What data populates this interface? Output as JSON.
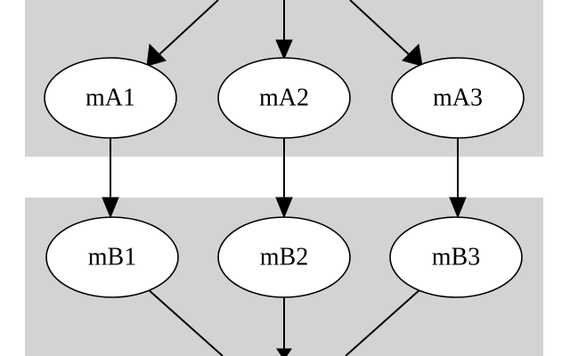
{
  "diagram": {
    "type": "directed-graph",
    "clusters": [
      {
        "id": "cluster-a",
        "nodes": [
          "mA1",
          "mA2",
          "mA3"
        ]
      },
      {
        "id": "cluster-b",
        "nodes": [
          "mB1",
          "mB2",
          "mB3"
        ]
      }
    ],
    "nodes": [
      {
        "id": "mA1",
        "label": "mA1"
      },
      {
        "id": "mA2",
        "label": "mA2"
      },
      {
        "id": "mA3",
        "label": "mA3"
      },
      {
        "id": "mB1",
        "label": "mB1"
      },
      {
        "id": "mB2",
        "label": "mB2"
      },
      {
        "id": "mB3",
        "label": "mB3"
      }
    ],
    "edges": [
      {
        "from": "(off-canvas top)",
        "to": "mA1"
      },
      {
        "from": "(off-canvas top)",
        "to": "mA2"
      },
      {
        "from": "(off-canvas top)",
        "to": "mA3"
      },
      {
        "from": "mA1",
        "to": "mB1"
      },
      {
        "from": "mA2",
        "to": "mB2"
      },
      {
        "from": "mA3",
        "to": "mB3"
      },
      {
        "from": "mB1",
        "to": "(off-canvas bottom)"
      },
      {
        "from": "mB2",
        "to": "(off-canvas bottom)"
      },
      {
        "from": "mB3",
        "to": "(off-canvas bottom)"
      }
    ],
    "colors": {
      "cluster_fill": "#d3d3d3",
      "node_fill": "#ffffff",
      "stroke": "#000000"
    }
  }
}
